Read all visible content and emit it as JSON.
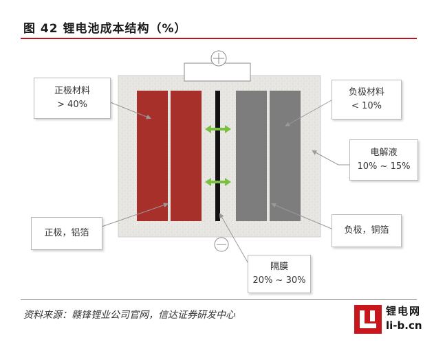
{
  "figure": {
    "title": "图 42 锂电池成本结构（%）",
    "source": "资料来源：赣锋锂业公司官网，信达证券研发中心"
  },
  "logo": {
    "cn": "锂电网",
    "en": "li-b.cn"
  },
  "terminals": {
    "positive": "+",
    "negative": "−"
  },
  "callouts": {
    "cathode_material": {
      "label": "正极材料",
      "value": "> 40%"
    },
    "anode_material": {
      "label": "负极材料",
      "value": "< 10%"
    },
    "electrolyte": {
      "label": "电解液",
      "value": "10% ~ 15%"
    },
    "cathode_foil": {
      "label": "正极，铝箔"
    },
    "anode_foil": {
      "label": "负极，铜箔"
    },
    "separator": {
      "label": "隔膜",
      "value": "20% ~ 30%"
    }
  },
  "colors": {
    "title_rule": "#b5121b",
    "cathode": "#a8302b",
    "anode": "#7d7d7d",
    "separator": "#111111",
    "ion_arrow": "#7bc043",
    "casing": "#e6e4e0"
  }
}
